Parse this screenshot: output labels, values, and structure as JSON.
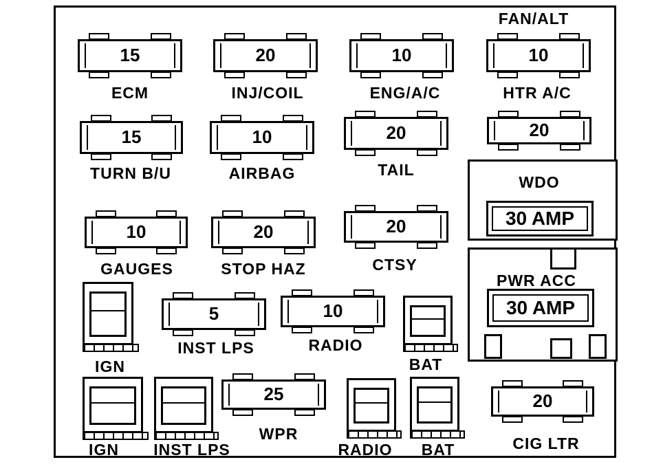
{
  "fuses": {
    "ecm": "15",
    "inj_coil": "20",
    "eng_ac": "10",
    "htr_ac": "10",
    "turn_bu": "15",
    "airbag": "10",
    "tail": "20",
    "wdo_top": "20",
    "gauges": "10",
    "stop_haz": "20",
    "ctsy": "20",
    "inst_lps": "5",
    "radio": "10",
    "wpr": "25",
    "cig_ltr": "20"
  },
  "labels": {
    "fan_alt": "FAN/ALT",
    "ecm": "ECM",
    "inj_coil": "INJ/COIL",
    "eng_ac": "ENG/A/C",
    "htr_ac": "HTR A/C",
    "turn_bu": "TURN B/U",
    "airbag": "AIRBAG",
    "tail": "TAIL",
    "wdo": "WDO",
    "gauges": "GAUGES",
    "stop_haz": "STOP HAZ",
    "ctsy": "CTSY",
    "pwr_acc": "PWR ACC",
    "inst_lps": "INST LPS",
    "radio": "RADIO",
    "ign_top": "IGN",
    "bat_top": "BAT",
    "ign_bottom": "IGN",
    "inst_lps_bottom": "INST LPS",
    "wpr": "WPR",
    "radio_bottom": "RADIO",
    "bat_bottom": "BAT",
    "cig_ltr": "CIG LTR"
  },
  "breakers": {
    "wdo": "30 AMP",
    "pwr_acc": "30 AMP"
  }
}
